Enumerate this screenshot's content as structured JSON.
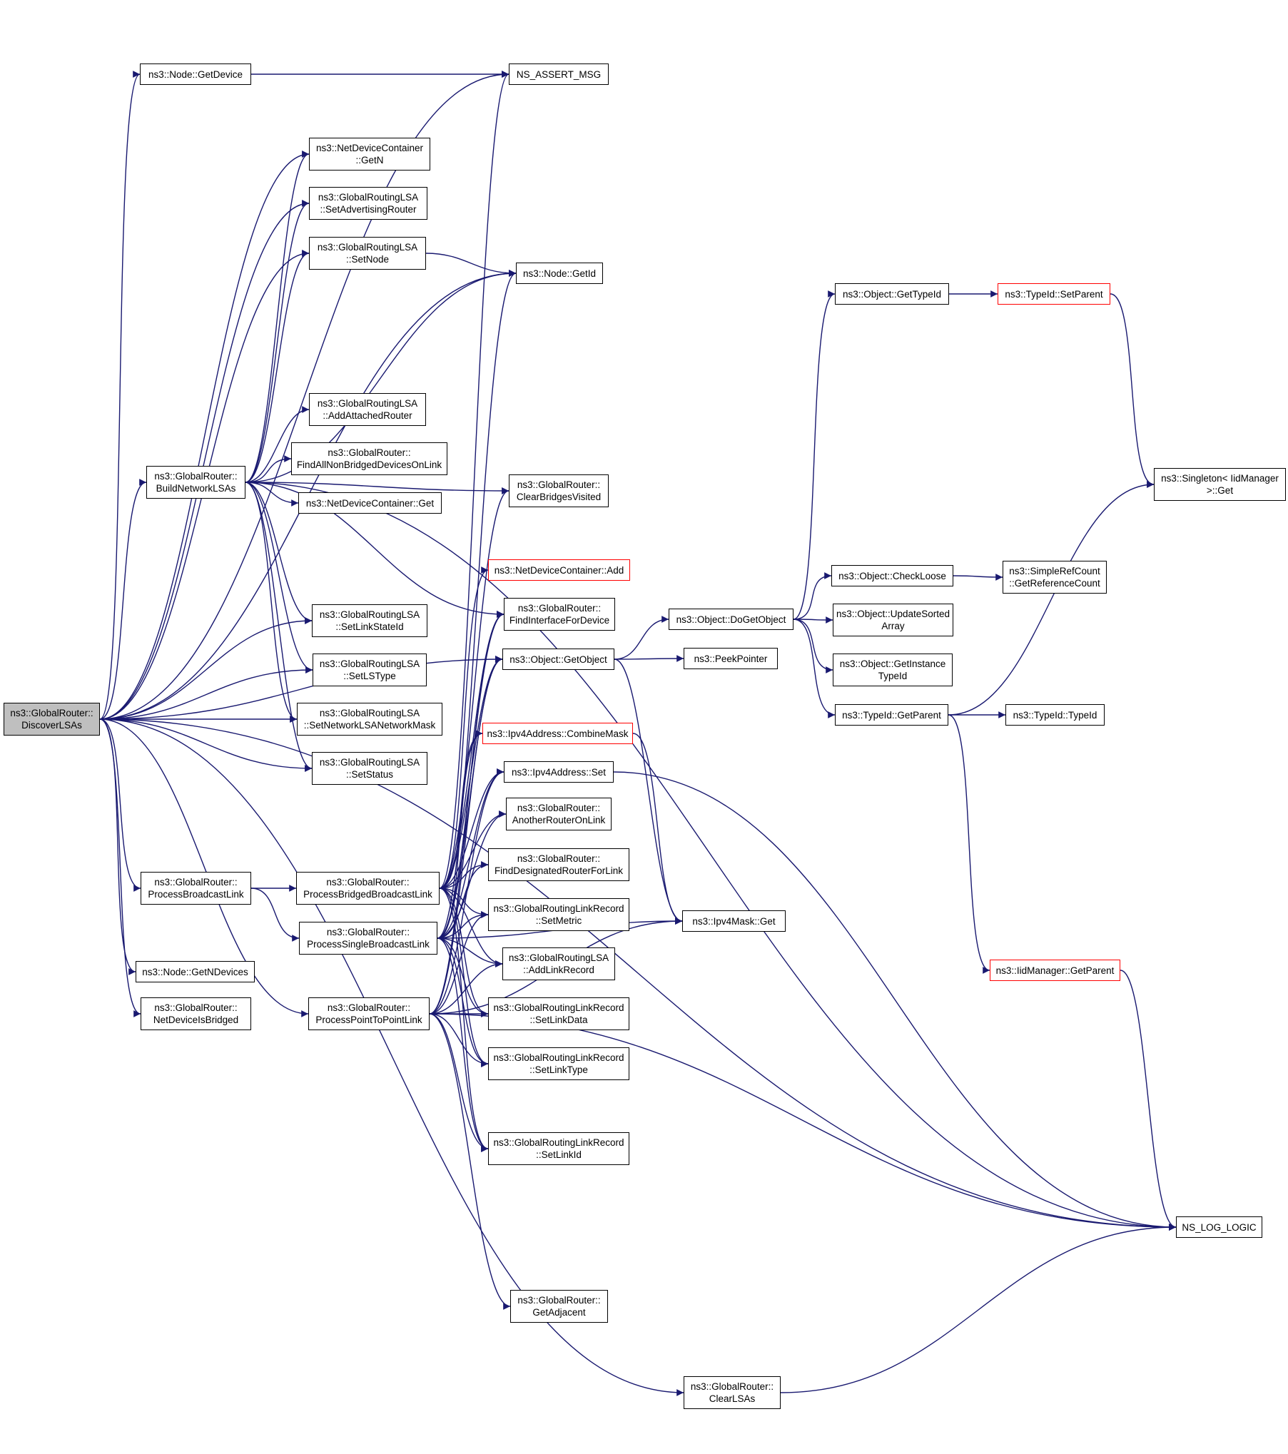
{
  "graph": {
    "edge_color": "#191970",
    "root_fill": "#bfbfbf",
    "truncated_border_color": "#ff0000",
    "nodes": [
      {
        "id": "root",
        "lines": [
          "ns3::GlobalRouter::",
          "DiscoverLSAs"
        ]
      },
      {
        "id": "getdevice",
        "lines": [
          "ns3::Node::GetDevice"
        ]
      },
      {
        "id": "assert",
        "lines": [
          "NS_ASSERT_MSG"
        ]
      },
      {
        "id": "ndc_getn",
        "lines": [
          "ns3::NetDeviceContainer",
          "::GetN"
        ]
      },
      {
        "id": "lsa_setadv",
        "lines": [
          "ns3::GlobalRoutingLSA",
          "::SetAdvertisingRouter"
        ]
      },
      {
        "id": "lsa_setnode",
        "lines": [
          "ns3::GlobalRoutingLSA",
          "::SetNode"
        ]
      },
      {
        "id": "node_getid",
        "lines": [
          "ns3::Node::GetId"
        ]
      },
      {
        "id": "lsa_addattached",
        "lines": [
          "ns3::GlobalRoutingLSA",
          "::AddAttachedRouter"
        ]
      },
      {
        "id": "gr_findallnonbridged",
        "lines": [
          "ns3::GlobalRouter::",
          "FindAllNonBridgedDevicesOnLink"
        ]
      },
      {
        "id": "gr_buildnetwork",
        "lines": [
          "ns3::GlobalRouter::",
          "BuildNetworkLSAs"
        ]
      },
      {
        "id": "ndc_get",
        "lines": [
          "ns3::NetDeviceContainer::Get"
        ]
      },
      {
        "id": "gr_clearbridges",
        "lines": [
          "ns3::GlobalRouter::",
          "ClearBridgesVisited"
        ]
      },
      {
        "id": "ndc_add",
        "lines": [
          "ns3::NetDeviceContainer::Add"
        ],
        "truncated": true
      },
      {
        "id": "gr_findiface",
        "lines": [
          "ns3::GlobalRouter::",
          "FindInterfaceForDevice"
        ]
      },
      {
        "id": "lsa_setlinkstateid",
        "lines": [
          "ns3::GlobalRoutingLSA",
          "::SetLinkStateId"
        ]
      },
      {
        "id": "obj_getobject",
        "lines": [
          "ns3::Object::GetObject"
        ]
      },
      {
        "id": "lsa_setlstype",
        "lines": [
          "ns3::GlobalRoutingLSA",
          "::SetLSType"
        ]
      },
      {
        "id": "lsa_setnetmask",
        "lines": [
          "ns3::GlobalRoutingLSA",
          "::SetNetworkLSANetworkMask"
        ]
      },
      {
        "id": "ipv4_combinemask",
        "lines": [
          "ns3::Ipv4Address::CombineMask"
        ],
        "truncated": true
      },
      {
        "id": "lsa_setstatus",
        "lines": [
          "ns3::GlobalRoutingLSA",
          "::SetStatus"
        ]
      },
      {
        "id": "ipv4_set",
        "lines": [
          "ns3::Ipv4Address::Set"
        ]
      },
      {
        "id": "gr_anotherrouter",
        "lines": [
          "ns3::GlobalRouter::",
          "AnotherRouterOnLink"
        ]
      },
      {
        "id": "gr_finddesignated",
        "lines": [
          "ns3::GlobalRouter::",
          "FindDesignatedRouterForLink"
        ]
      },
      {
        "id": "gr_procbroadcast",
        "lines": [
          "ns3::GlobalRouter::",
          "ProcessBroadcastLink"
        ]
      },
      {
        "id": "gr_procbridged",
        "lines": [
          "ns3::GlobalRouter::",
          "ProcessBridgedBroadcastLink"
        ]
      },
      {
        "id": "lr_setmetric",
        "lines": [
          "ns3::GlobalRoutingLinkRecord",
          "::SetMetric"
        ]
      },
      {
        "id": "ipv4mask_get",
        "lines": [
          "ns3::Ipv4Mask::Get"
        ]
      },
      {
        "id": "gr_procsingle",
        "lines": [
          "ns3::GlobalRouter::",
          "ProcessSingleBroadcastLink"
        ]
      },
      {
        "id": "lsa_addlinkrecord",
        "lines": [
          "ns3::GlobalRoutingLSA",
          "::AddLinkRecord"
        ]
      },
      {
        "id": "node_getndevices",
        "lines": [
          "ns3::Node::GetNDevices"
        ]
      },
      {
        "id": "gr_netdevbridged",
        "lines": [
          "ns3::GlobalRouter::",
          "NetDeviceIsBridged"
        ]
      },
      {
        "id": "gr_procp2p",
        "lines": [
          "ns3::GlobalRouter::",
          "ProcessPointToPointLink"
        ]
      },
      {
        "id": "lr_setlinkdata",
        "lines": [
          "ns3::GlobalRoutingLinkRecord",
          "::SetLinkData"
        ]
      },
      {
        "id": "lr_setlinktype",
        "lines": [
          "ns3::GlobalRoutingLinkRecord",
          "::SetLinkType"
        ]
      },
      {
        "id": "lr_setlinkid",
        "lines": [
          "ns3::GlobalRoutingLinkRecord",
          "::SetLinkId"
        ]
      },
      {
        "id": "gr_getadjacent",
        "lines": [
          "ns3::GlobalRouter::",
          "GetAdjacent"
        ]
      },
      {
        "id": "gr_clearlsas",
        "lines": [
          "ns3::GlobalRouter::",
          "ClearLSAs"
        ]
      },
      {
        "id": "obj_gettypeid",
        "lines": [
          "ns3::Object::GetTypeId"
        ]
      },
      {
        "id": "typeid_setparent",
        "lines": [
          "ns3::TypeId::SetParent"
        ],
        "truncated": true
      },
      {
        "id": "singleton_get",
        "lines": [
          "ns3::Singleton< IidManager",
          ">::Get"
        ]
      },
      {
        "id": "obj_checkloose",
        "lines": [
          "ns3::Object::CheckLoose"
        ]
      },
      {
        "id": "simplerefcount",
        "lines": [
          "ns3::SimpleRefCount",
          "::GetReferenceCount"
        ]
      },
      {
        "id": "obj_dogetobject",
        "lines": [
          "ns3::Object::DoGetObject"
        ]
      },
      {
        "id": "obj_updatesorted",
        "lines": [
          "ns3::Object::UpdateSorted",
          "Array"
        ]
      },
      {
        "id": "peekpointer",
        "lines": [
          "ns3::PeekPointer"
        ]
      },
      {
        "id": "obj_getinstance",
        "lines": [
          "ns3::Object::GetInstance",
          "TypeId"
        ]
      },
      {
        "id": "typeid_getparent",
        "lines": [
          "ns3::TypeId::GetParent"
        ]
      },
      {
        "id": "typeid_typeid",
        "lines": [
          "ns3::TypeId::TypeId"
        ]
      },
      {
        "id": "iidmanager_getparent",
        "lines": [
          "ns3::IidManager::GetParent"
        ],
        "truncated": true
      },
      {
        "id": "ns_log_logic",
        "lines": [
          "NS_LOG_LOGIC"
        ]
      }
    ],
    "edges": [
      {
        "from": "root",
        "to": "assert"
      },
      {
        "from": "root",
        "to": "getdevice"
      },
      {
        "from": "root",
        "to": "node_getid"
      },
      {
        "from": "root",
        "to": "ndc_getn"
      },
      {
        "from": "root",
        "to": "lsa_setadv"
      },
      {
        "from": "root",
        "to": "lsa_setnode"
      },
      {
        "from": "root",
        "to": "gr_buildnetwork"
      },
      {
        "from": "root",
        "to": "lsa_setlinkstateid"
      },
      {
        "from": "root",
        "to": "lsa_setlstype"
      },
      {
        "from": "root",
        "to": "lsa_setnetmask"
      },
      {
        "from": "root",
        "to": "lsa_setstatus"
      },
      {
        "from": "root",
        "to": "ns_log_logic"
      },
      {
        "from": "root",
        "to": "obj_getobject"
      },
      {
        "from": "root",
        "to": "gr_procbroadcast"
      },
      {
        "from": "root",
        "to": "node_getndevices"
      },
      {
        "from": "root",
        "to": "gr_netdevbridged"
      },
      {
        "from": "root",
        "to": "gr_procp2p"
      },
      {
        "from": "root",
        "to": "gr_clearlsas"
      },
      {
        "from": "getdevice",
        "to": "assert"
      },
      {
        "from": "lsa_setnode",
        "to": "node_getid"
      },
      {
        "from": "gr_buildnetwork",
        "to": "ndc_getn"
      },
      {
        "from": "gr_buildnetwork",
        "to": "lsa_setadv"
      },
      {
        "from": "gr_buildnetwork",
        "to": "lsa_setnode"
      },
      {
        "from": "gr_buildnetwork",
        "to": "node_getid"
      },
      {
        "from": "gr_buildnetwork",
        "to": "ns_log_logic"
      },
      {
        "from": "gr_buildnetwork",
        "to": "lsa_addattached"
      },
      {
        "from": "gr_buildnetwork",
        "to": "gr_findallnonbridged"
      },
      {
        "from": "gr_buildnetwork",
        "to": "ndc_get"
      },
      {
        "from": "gr_buildnetwork",
        "to": "gr_clearbridges"
      },
      {
        "from": "gr_buildnetwork",
        "to": "gr_findiface"
      },
      {
        "from": "gr_buildnetwork",
        "to": "lsa_setlinkstateid"
      },
      {
        "from": "gr_buildnetwork",
        "to": "lsa_setlstype"
      },
      {
        "from": "gr_buildnetwork",
        "to": "lsa_setnetmask"
      },
      {
        "from": "gr_buildnetwork",
        "to": "lsa_setstatus"
      },
      {
        "from": "gr_procbroadcast",
        "to": "gr_procbridged"
      },
      {
        "from": "gr_procbroadcast",
        "to": "gr_procsingle"
      },
      {
        "from": "gr_procbridged",
        "to": "assert"
      },
      {
        "from": "gr_procbridged",
        "to": "gr_clearbridges"
      },
      {
        "from": "gr_procbridged",
        "to": "ndc_add"
      },
      {
        "from": "gr_procbridged",
        "to": "gr_findiface"
      },
      {
        "from": "gr_procbridged",
        "to": "obj_getobject"
      },
      {
        "from": "gr_procbridged",
        "to": "ipv4_combinemask"
      },
      {
        "from": "gr_procbridged",
        "to": "ipv4_set"
      },
      {
        "from": "gr_procbridged",
        "to": "gr_anotherrouter"
      },
      {
        "from": "gr_procbridged",
        "to": "gr_finddesignated"
      },
      {
        "from": "gr_procbridged",
        "to": "lr_setmetric"
      },
      {
        "from": "gr_procbridged",
        "to": "lsa_addlinkrecord"
      },
      {
        "from": "gr_procbridged",
        "to": "lr_setlinkdata"
      },
      {
        "from": "gr_procbridged",
        "to": "lr_setlinktype"
      },
      {
        "from": "gr_procbridged",
        "to": "lr_setlinkid"
      },
      {
        "from": "gr_procsingle",
        "to": "node_getid"
      },
      {
        "from": "gr_procsingle",
        "to": "gr_findiface"
      },
      {
        "from": "gr_procsingle",
        "to": "obj_getobject"
      },
      {
        "from": "gr_procsingle",
        "to": "ipv4_combinemask"
      },
      {
        "from": "gr_procsingle",
        "to": "ipv4_set"
      },
      {
        "from": "gr_procsingle",
        "to": "gr_anotherrouter"
      },
      {
        "from": "gr_procsingle",
        "to": "gr_finddesignated"
      },
      {
        "from": "gr_procsingle",
        "to": "lr_setmetric"
      },
      {
        "from": "gr_procsingle",
        "to": "lsa_addlinkrecord"
      },
      {
        "from": "gr_procsingle",
        "to": "lr_setlinkdata"
      },
      {
        "from": "gr_procsingle",
        "to": "lr_setlinktype"
      },
      {
        "from": "gr_procsingle",
        "to": "lr_setlinkid"
      },
      {
        "from": "gr_procsingle",
        "to": "ipv4mask_get"
      },
      {
        "from": "gr_procp2p",
        "to": "gr_findiface"
      },
      {
        "from": "gr_procp2p",
        "to": "obj_getobject"
      },
      {
        "from": "gr_procp2p",
        "to": "ipv4_set"
      },
      {
        "from": "gr_procp2p",
        "to": "lr_setmetric"
      },
      {
        "from": "gr_procp2p",
        "to": "lsa_addlinkrecord"
      },
      {
        "from": "gr_procp2p",
        "to": "lr_setlinkdata"
      },
      {
        "from": "gr_procp2p",
        "to": "lr_setlinktype"
      },
      {
        "from": "gr_procp2p",
        "to": "lr_setlinkid"
      },
      {
        "from": "gr_procp2p",
        "to": "gr_getadjacent"
      },
      {
        "from": "gr_procp2p",
        "to": "ipv4mask_get"
      },
      {
        "from": "gr_procp2p",
        "to": "ns_log_logic"
      },
      {
        "from": "ipv4_combinemask",
        "to": "ipv4mask_get"
      },
      {
        "from": "obj_getobject",
        "to": "obj_dogetobject"
      },
      {
        "from": "obj_getobject",
        "to": "peekpointer"
      },
      {
        "from": "obj_getobject",
        "to": "ipv4mask_get"
      },
      {
        "from": "obj_dogetobject",
        "to": "obj_gettypeid"
      },
      {
        "from": "obj_dogetobject",
        "to": "obj_checkloose"
      },
      {
        "from": "obj_dogetobject",
        "to": "obj_updatesorted"
      },
      {
        "from": "obj_dogetobject",
        "to": "obj_getinstance"
      },
      {
        "from": "obj_dogetobject",
        "to": "typeid_getparent"
      },
      {
        "from": "obj_checkloose",
        "to": "simplerefcount"
      },
      {
        "from": "obj_gettypeid",
        "to": "typeid_setparent"
      },
      {
        "from": "typeid_setparent",
        "to": "singleton_get"
      },
      {
        "from": "typeid_getparent",
        "to": "typeid_typeid"
      },
      {
        "from": "typeid_getparent",
        "to": "singleton_get"
      },
      {
        "from": "typeid_getparent",
        "to": "iidmanager_getparent"
      },
      {
        "from": "iidmanager_getparent",
        "to": "ns_log_logic"
      },
      {
        "from": "gr_clearlsas",
        "to": "ns_log_logic"
      },
      {
        "from": "ipv4_set",
        "to": "ns_log_logic"
      }
    ]
  }
}
